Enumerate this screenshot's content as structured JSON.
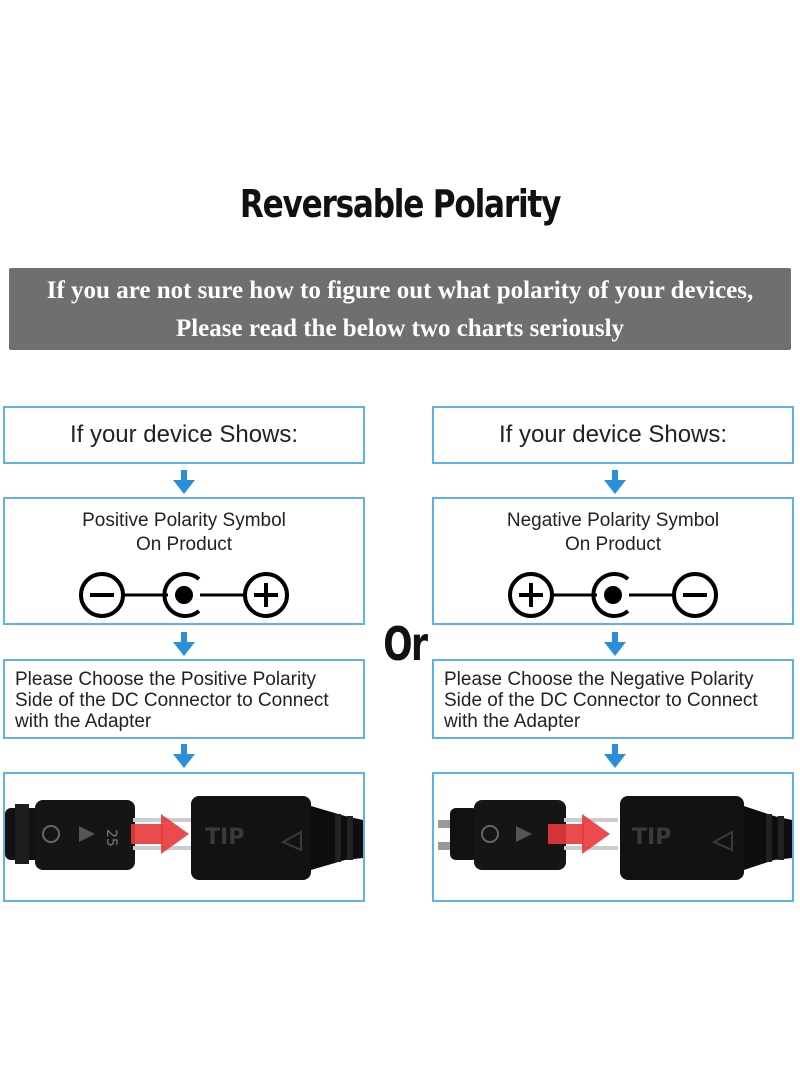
{
  "title": "Reversable Polarity",
  "banner": {
    "line1": "If you are not sure how to figure out what polarity of your devices,",
    "line2": "Please read the below two charts seriously"
  },
  "or_label": "Or",
  "left": {
    "heading": "If your device Shows:",
    "symbol_line1": "Positive Polarity Symbol",
    "symbol_line2": "On Product",
    "symbol_order": [
      "minus",
      "center",
      "plus"
    ],
    "instruction": "Please Choose the Positive Polarity Side of the DC Connector to Connect with the Adapter",
    "plug_mark": "25",
    "socket_mark": "TIP"
  },
  "right": {
    "heading": "If your device Shows:",
    "symbol_line1": "Negative Polarity Symbol",
    "symbol_line2": "On Product",
    "symbol_order": [
      "plus",
      "center",
      "minus"
    ],
    "instruction": "Please Choose the Negative Polarity Side of the DC Connector to Connect with the Adapter",
    "socket_mark": "TIP"
  },
  "colors": {
    "box_border": "#5db3e6",
    "arrow": "#2a8fd8",
    "banner": "#6f6f6f",
    "insert_arrow": "#e8393a"
  }
}
